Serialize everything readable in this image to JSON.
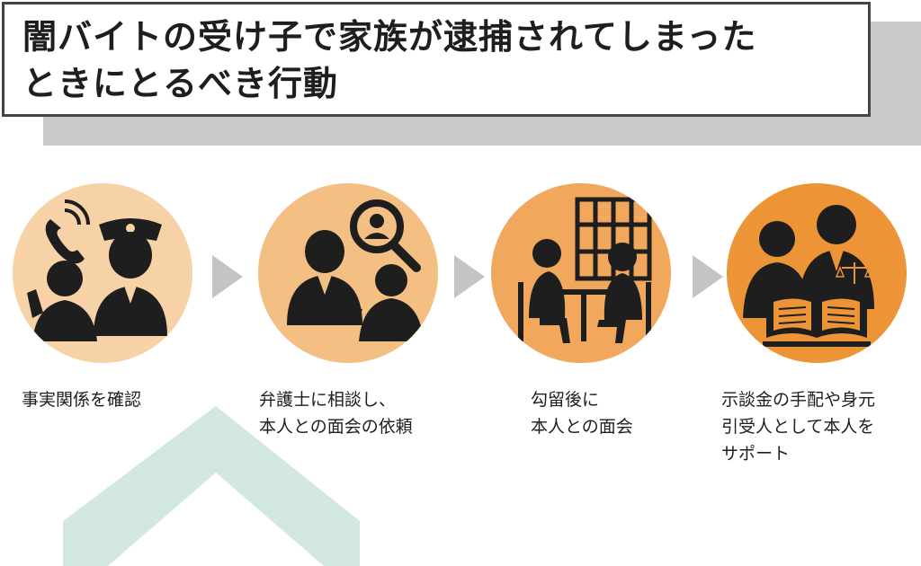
{
  "title": {
    "line1": "闇バイトの受け子で家族が逮捕されてしまった",
    "line2": "ときにとるべき行動"
  },
  "steps": [
    {
      "lines": [
        "事実関係を確認"
      ],
      "icon": "police-phone-icon",
      "color": "#f6d2a6"
    },
    {
      "lines": [
        "弁護士に相談し、",
        "本人との面会の依頼"
      ],
      "icon": "lawyer-consult-icon",
      "color": "#f4bf83"
    },
    {
      "lines": [
        "勾留後に",
        "本人との面会"
      ],
      "icon": "detention-visit-icon",
      "color": "#f1a85d"
    },
    {
      "lines": [
        "示談金の手配や身元",
        "引受人として本人を",
        "サポート"
      ],
      "icon": "lawyer-support-icon",
      "color": "#ec9436"
    }
  ],
  "colors": {
    "arrow": "#c4c4c4",
    "silhouette": "#1e1e1e",
    "deco": "#cfe4dd"
  }
}
